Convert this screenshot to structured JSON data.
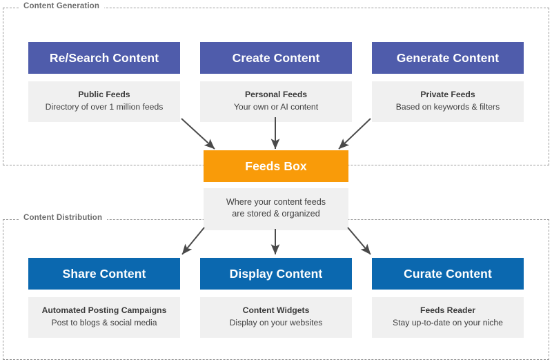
{
  "sections": {
    "generation": {
      "legend": "Content Generation"
    },
    "distribution": {
      "legend": "Content Distribution"
    }
  },
  "colors": {
    "purple": "#4f5cab",
    "blue": "#0b68af",
    "orange": "#f99b09",
    "card_body_bg": "#f0f0f0",
    "frame_dashed": "#9a9a9a",
    "arrow": "#4a4a4a",
    "legend_text": "#6d6d6d"
  },
  "generation_cards": [
    {
      "title": "Re/Search Content",
      "subtitle_strong": "Public Feeds",
      "subtitle": "Directory of over 1 million feeds",
      "accent": "purple"
    },
    {
      "title": "Create Content",
      "subtitle_strong": "Personal Feeds",
      "subtitle": "Your own or AI content",
      "accent": "purple"
    },
    {
      "title": "Generate Content",
      "subtitle_strong": "Private Feeds",
      "subtitle": "Based on keywords & filters",
      "accent": "purple"
    }
  ],
  "hub": {
    "title": "Feeds Box",
    "subtitle_line1": "Where your content feeds",
    "subtitle_line2": "are stored & organized",
    "accent": "orange"
  },
  "distribution_cards": [
    {
      "title": "Share Content",
      "subtitle_strong": "Automated Posting Campaigns",
      "subtitle": "Post to blogs & social media",
      "accent": "blue"
    },
    {
      "title": "Display Content",
      "subtitle_strong": "Content Widgets",
      "subtitle": "Display on your websites",
      "accent": "blue"
    },
    {
      "title": "Curate Content",
      "subtitle_strong": "Feeds Reader",
      "subtitle": "Stay up-to-date on your niche",
      "accent": "blue"
    }
  ],
  "arrows": [
    {
      "name": "arrow-research-to-feedsbox",
      "from": [
        263,
        172
      ],
      "to": [
        311,
        216
      ]
    },
    {
      "name": "arrow-create-to-feedsbox",
      "from": [
        399,
        170
      ],
      "to": [
        399,
        216
      ]
    },
    {
      "name": "arrow-generate-to-feedsbox",
      "from": [
        537,
        172
      ],
      "to": [
        491,
        216
      ]
    },
    {
      "name": "arrow-feedsbox-to-share",
      "from": [
        296,
        330
      ],
      "to": [
        264,
        369
      ]
    },
    {
      "name": "arrow-feedsbox-to-display",
      "from": [
        399,
        332
      ],
      "to": [
        399,
        369
      ]
    },
    {
      "name": "arrow-feedsbox-to-curate",
      "from": [
        504,
        330
      ],
      "to": [
        537,
        369
      ]
    }
  ]
}
